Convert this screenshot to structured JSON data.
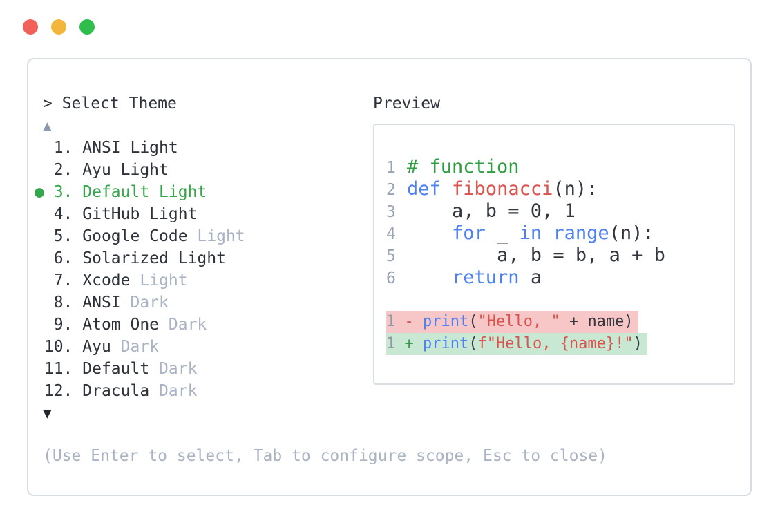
{
  "window": {
    "traffic_lights": [
      "close",
      "minimize",
      "zoom"
    ]
  },
  "theme_picker": {
    "prompt": "> Select Theme",
    "scroll_up_indicator": "▲",
    "scroll_down_indicator": "▼",
    "items": [
      {
        "prefix": "  1. ",
        "name": "ANSI Light",
        "muted": "",
        "selected": false
      },
      {
        "prefix": "  2. ",
        "name": "Ayu Light",
        "muted": "",
        "selected": false
      },
      {
        "prefix": "● 3. ",
        "name": "Default Light",
        "muted": "",
        "selected": true
      },
      {
        "prefix": "  4. ",
        "name": "GitHub Light",
        "muted": "",
        "selected": false
      },
      {
        "prefix": "  5. ",
        "name": "Google Code ",
        "muted": "Light",
        "selected": false
      },
      {
        "prefix": "  6. ",
        "name": "Solarized Light",
        "muted": "",
        "selected": false
      },
      {
        "prefix": "  7. ",
        "name": "Xcode ",
        "muted": "Light",
        "selected": false
      },
      {
        "prefix": "  8. ",
        "name": "ANSI ",
        "muted": "Dark",
        "selected": false
      },
      {
        "prefix": "  9. ",
        "name": "Atom One ",
        "muted": "Dark",
        "selected": false
      },
      {
        "prefix": " 10. ",
        "name": "Ayu ",
        "muted": "Dark",
        "selected": false
      },
      {
        "prefix": " 11. ",
        "name": "Default ",
        "muted": "Dark",
        "selected": false
      },
      {
        "prefix": " 12. ",
        "name": "Dracula ",
        "muted": "Dark",
        "selected": false
      }
    ],
    "selected_item": "3. Default Light",
    "hint": "(Use Enter to select, Tab to configure scope, Esc to close)"
  },
  "preview": {
    "label": "Preview",
    "code_lines": [
      {
        "num": "1",
        "tokens": [
          {
            "t": "# function",
            "c": "comment"
          }
        ]
      },
      {
        "num": "2",
        "tokens": [
          {
            "t": "def",
            "c": "kw"
          },
          {
            "t": " ",
            "c": "plain"
          },
          {
            "t": "fibonacci",
            "c": "fn"
          },
          {
            "t": "(n):",
            "c": "plain"
          }
        ]
      },
      {
        "num": "3",
        "tokens": [
          {
            "t": "    a, b = 0, 1",
            "c": "plain"
          }
        ]
      },
      {
        "num": "4",
        "tokens": [
          {
            "t": "    ",
            "c": "plain"
          },
          {
            "t": "for",
            "c": "kw"
          },
          {
            "t": " _ ",
            "c": "plain"
          },
          {
            "t": "in",
            "c": "kw"
          },
          {
            "t": " ",
            "c": "plain"
          },
          {
            "t": "range",
            "c": "kw"
          },
          {
            "t": "(n):",
            "c": "plain"
          }
        ]
      },
      {
        "num": "5",
        "tokens": [
          {
            "t": "        a, b = b, a + b",
            "c": "plain"
          }
        ]
      },
      {
        "num": "6",
        "tokens": [
          {
            "t": "    ",
            "c": "plain"
          },
          {
            "t": "return",
            "c": "kw"
          },
          {
            "t": " a",
            "c": "plain"
          }
        ]
      },
      {
        "blank": true
      },
      {
        "num": "1",
        "diff": "del",
        "sign": "-",
        "tokens": [
          {
            "t": "print",
            "c": "kw"
          },
          {
            "t": "(",
            "c": "plain"
          },
          {
            "t": "\"Hello, \"",
            "c": "str"
          },
          {
            "t": " + name)",
            "c": "plain"
          }
        ]
      },
      {
        "num": "1",
        "diff": "add",
        "sign": "+",
        "tokens": [
          {
            "t": "print",
            "c": "kw"
          },
          {
            "t": "(",
            "c": "plain"
          },
          {
            "t": "f\"Hello, {name}!\"",
            "c": "str"
          },
          {
            "t": ")",
            "c": "plain"
          }
        ]
      }
    ]
  },
  "colors": {
    "selection_green": "#33a64a",
    "muted_gray": "#a9b3c3",
    "text_dark": "#2e323a",
    "keyword_blue": "#4d80f2",
    "string_red": "#d9534f",
    "comment_green": "#2e9e41",
    "line_number_gray": "#99a3b3",
    "diff_delete_bg": "#f7c6c6",
    "diff_add_bg": "#c9e8d3",
    "scroll_up_gray": "#8d98ac",
    "scroll_down_dark": "#22262c",
    "border_gray": "#d7dbe2",
    "traffic_red": "#f2605a",
    "traffic_yellow": "#f2b63c",
    "traffic_green": "#2fbe4c"
  }
}
